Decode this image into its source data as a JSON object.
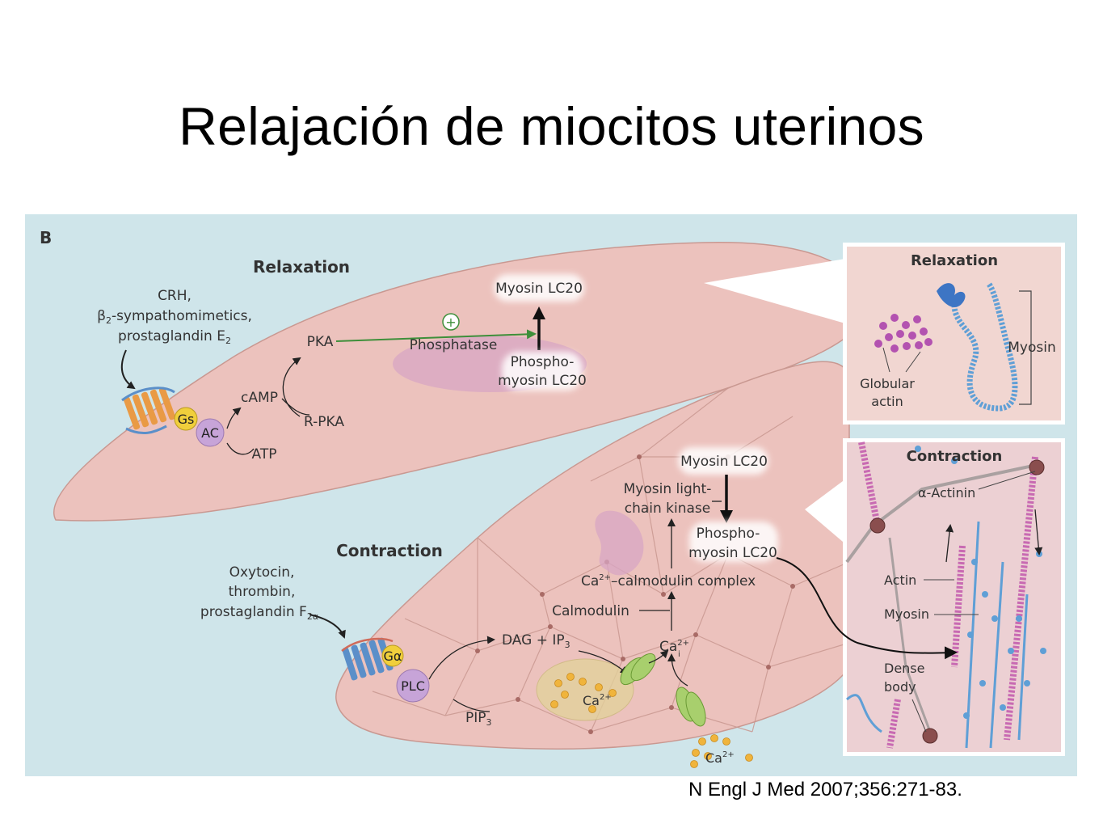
{
  "slide": {
    "title": "Relajación de miocitos uterinos",
    "citation": "N Engl J Med 2007;356:271-83."
  },
  "figure": {
    "panel_label": "B",
    "relaxation": {
      "heading": "Relaxation",
      "agonists_line1": "CRH,",
      "agonists_line2_main": "-sympathomimetics,",
      "agonists_line2_symbol": "β",
      "agonists_line2_sub": "2",
      "agonists_line3": "prostaglandin E",
      "agonists_line3_sub": "2",
      "gs": "Gs",
      "ac": "AC",
      "camp": "cAMP",
      "atp": "ATP",
      "pka": "PKA",
      "rpka": "R-PKA",
      "plus": "+",
      "phosphatase": "Phosphatase",
      "myosin_lc20": "Myosin LC20",
      "phospho_line1": "Phospho-",
      "phospho_line2": "myosin LC20"
    },
    "contraction": {
      "heading": "Contraction",
      "agonists_line1": "Oxytocin,",
      "agonists_line2": "thrombin,",
      "agonists_line3": "prostaglandin F",
      "agonists_line3_sub": "2α",
      "galpha": "Gα",
      "plc": "PLC",
      "pip3": "PIP",
      "pip3_sub": "3",
      "dag_ip3": "DAG + IP",
      "dag_ip3_sub": "3",
      "ca_store": "Ca",
      "ca_store_sup": "2+",
      "cai": "Ca",
      "cai_sub": "i",
      "cai_sup": "2+",
      "ca_outside": "Ca",
      "ca_outside_sup": "2+",
      "calmodulin": "Calmodulin",
      "complex_pre": "Ca",
      "complex_sup": "2+",
      "complex_post": "–calmodulin complex",
      "mlck_line1": "Myosin light-",
      "mlck_line2": "chain kinase",
      "myosin_lc20": "Myosin LC20",
      "phospho_line1": "Phospho-",
      "phospho_line2": "myosin LC20"
    },
    "inset_relaxation": {
      "heading": "Relaxation",
      "globular_line1": "Globular",
      "globular_line2": "actin",
      "myosin": "Myosin"
    },
    "inset_contraction": {
      "heading": "Contraction",
      "actinin": "-Actinin",
      "actinin_symbol": "α",
      "actin": "Actin",
      "myosin": "Myosin",
      "dense_line1": "Dense",
      "dense_line2": "body"
    },
    "colors": {
      "background": "#cfe5ea",
      "cell": "#ecc2bd",
      "cell_edge": "#c99891",
      "activation_arrow": "#3e8f3a",
      "receptor_orange": "#e99a45",
      "receptor_blue": "#5b8fc9",
      "gs_yellow": "#f0cf3c",
      "ac_purple": "#c7a4d8",
      "myosin_blue": "#5f9fd6",
      "actin_pink": "#c86ab2"
    }
  }
}
